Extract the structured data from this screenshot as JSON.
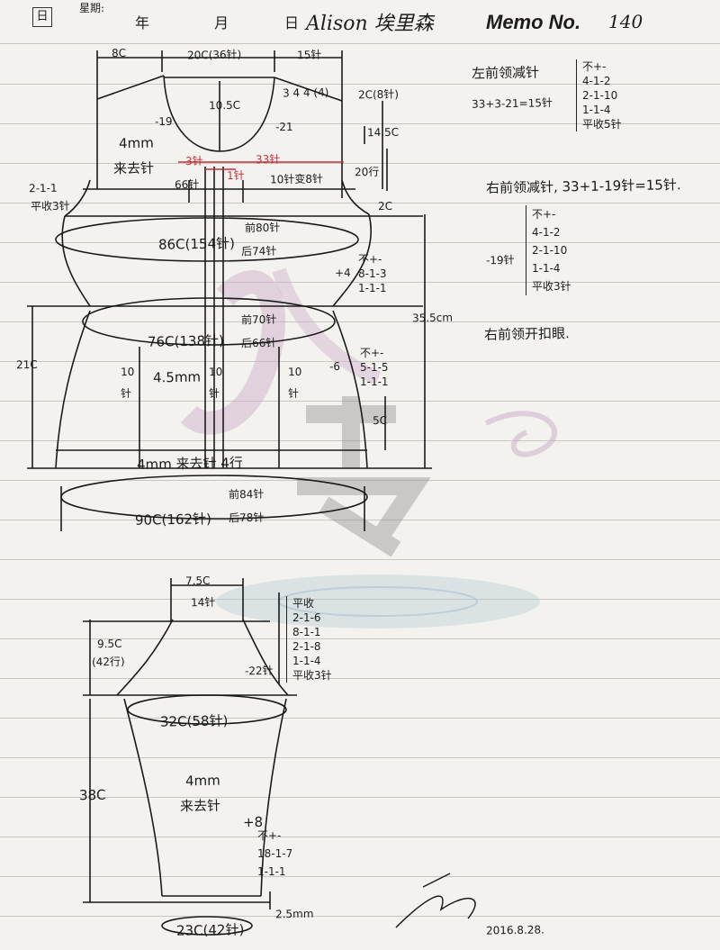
{
  "header": {
    "day_box": "日",
    "week_label": "星期:",
    "year_label": "年",
    "month_label": "月",
    "day_label": "日",
    "author": "Alison 埃里森",
    "memo_label": "Memo No.",
    "memo_number": "140"
  },
  "body_diagram": {
    "top_widths": [
      "8C",
      "20C(36针)",
      "15针"
    ],
    "neck_depth": "10.5C",
    "shoulder_steps": "3 4 4 (4)",
    "shoulder_side": "2C(8针)",
    "armhole_depth": "14.5C",
    "minus_left": "-19",
    "minus_right": "-21",
    "needle_note": [
      "4mm",
      "来去针"
    ],
    "red_left": "3针",
    "red_mid": "33针",
    "red_center": "1针",
    "cast_left": "66针",
    "cast_right": "10针变8针",
    "bind_left": [
      "2-1-1",
      "平收3针"
    ],
    "row_20": "20行",
    "side_2c": "2C",
    "chest": "86C(154针)",
    "chest_front": "前80针",
    "chest_back": "后74针",
    "inc_label": "+4",
    "inc_rules": [
      "不+-",
      "8-1-3",
      "1-1-1"
    ],
    "total_length": "35.5cm",
    "waist": "76C(138针)",
    "waist_front": "前70针",
    "waist_back": "后66针",
    "side_21": "21C",
    "col_10_a": [
      "10",
      "针"
    ],
    "col_45": "4.5mm",
    "col_10_b": [
      "10",
      "针"
    ],
    "col_10_c": [
      "10",
      "针"
    ],
    "minus_6": "-6",
    "dec_rules": [
      "不+-",
      "5-1-5",
      "1-1-1"
    ],
    "side_5c": "5C",
    "ribbing": "4mm 来去针 4行",
    "hem": "90C(162针)",
    "hem_front": "前84针",
    "hem_back": "后78针"
  },
  "right_notes": {
    "left_front_title": "左前领减针",
    "left_front_calc": "33+3-21=15针",
    "left_front_rules": [
      "不+-",
      "4-1-2",
      "2-1-10",
      "1-1-4",
      "平收5针"
    ],
    "right_front_title": "右前领减针, 33+1-19针=15针.",
    "right_front_prefix": "-19针",
    "right_front_rules": [
      "不+-",
      "4-1-2",
      "2-1-10",
      "1-1-4",
      "平收3针"
    ],
    "right_front_note": "右前领开扣眼."
  },
  "sleeve_diagram": {
    "top_width": "7.5C",
    "top_stitches": "14针",
    "cap_height": "9.5C",
    "cap_rows": "(42行)",
    "cap_minus": "-22针",
    "cap_rules": [
      "平收",
      "2-1-6",
      "8-1-1",
      "2-1-8",
      "1-1-4",
      "平收3针"
    ],
    "upper_arm": "32C(58针)",
    "length": "38C",
    "needle": [
      "4mm",
      "来去针"
    ],
    "inc": "+8",
    "inc_rules": [
      "不+-",
      "18-1-7",
      "1-1-1"
    ],
    "cuff_rows": "2.5mm",
    "cuff": "23C(42针)",
    "signature_date": "2016.8.28."
  },
  "watermark": {
    "colors": {
      "purple": "#c8a9c8",
      "gray": "#8a8a8a",
      "water": "#a9c6d2"
    }
  }
}
